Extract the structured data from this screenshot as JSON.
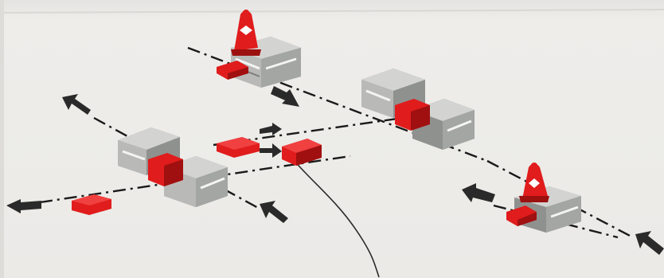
{
  "diagram": {
    "colors": {
      "paper": "#ecebe8",
      "paper_edge": "#dcdbd7",
      "block_light": "#d3d4d2",
      "block_mid": "#b9bab8",
      "block_dark": "#8f918f",
      "red": "#e01c1c",
      "red_dark": "#9c1010",
      "arrow": "#2a2a2a",
      "line": "#1a1a1a",
      "white": "#ffffff"
    },
    "elements": [
      "top-block-assembly",
      "left-block-assembly",
      "right-block-assembly",
      "lower-right-block-assembly",
      "loose-red-plate-left",
      "loose-red-plate-center",
      "red-sensor-module",
      "sensor-cable"
    ],
    "icons": [
      "arrow-icon",
      "warning-cone-icon"
    ]
  }
}
